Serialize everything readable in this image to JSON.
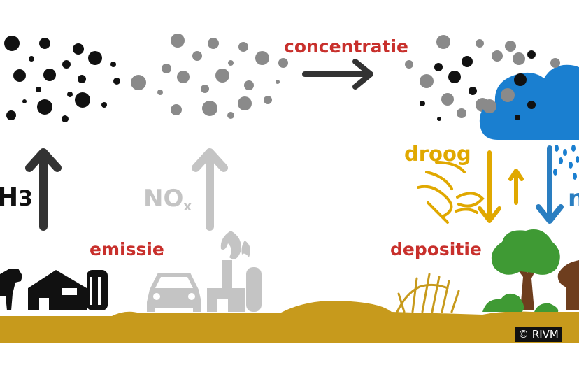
{
  "labels": {
    "concentratie": "concentratie",
    "emissie": "emissie",
    "depositie": "depositie",
    "droog": "droog",
    "nh3_prefix": "H",
    "nh3_sub": "3",
    "nox_main": "NO",
    "nox_sub": "x",
    "nat_partial": "n",
    "copyright": "© RIVM"
  },
  "colors": {
    "ammonia": "#111111",
    "nox": "#8a8a8a",
    "nox_light": "#c4c4c4",
    "accent_red": "#c8302c",
    "dry": "#e0a800",
    "wet": "#2a7ec1",
    "ground": "#c79a1c",
    "tree_green": "#3f9a34",
    "trunk": "#6e3e1e"
  },
  "icons": [
    "cow-icon",
    "barn-icon",
    "silo-icon",
    "car-icon",
    "factory-icon",
    "flame-icon",
    "cloud-icon",
    "tree-icon",
    "mushroom-icon",
    "grass-tuft-icon"
  ]
}
